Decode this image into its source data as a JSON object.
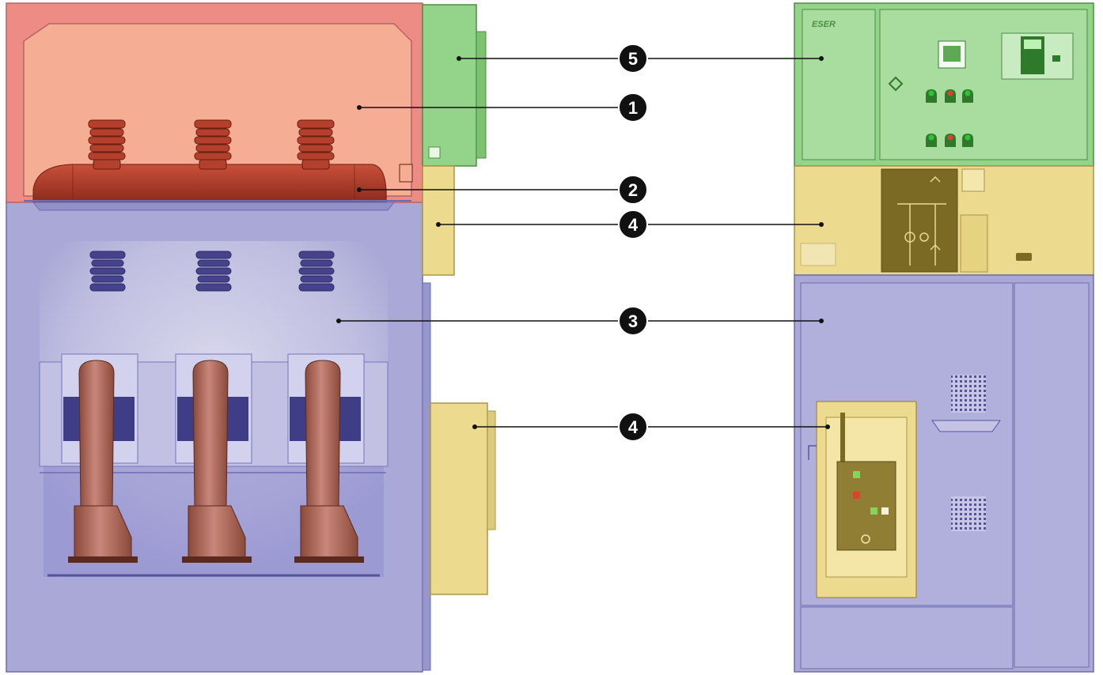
{
  "brand": {
    "label": "ESER"
  },
  "colors": {
    "compartment_1": "#f3a38f",
    "busbar_2": "#a83a26",
    "compartment_3": "#a9a8d6",
    "compartment_4": "#ecdb8f",
    "compartment_5": "#93d48a",
    "marker": "#111111"
  },
  "callouts": [
    {
      "id": "callout-5",
      "label": "5"
    },
    {
      "id": "callout-1",
      "label": "1"
    },
    {
      "id": "callout-2",
      "label": "2"
    },
    {
      "id": "callout-4-upper",
      "label": "4"
    },
    {
      "id": "callout-3",
      "label": "3"
    },
    {
      "id": "callout-4-lower",
      "label": "4"
    }
  ]
}
